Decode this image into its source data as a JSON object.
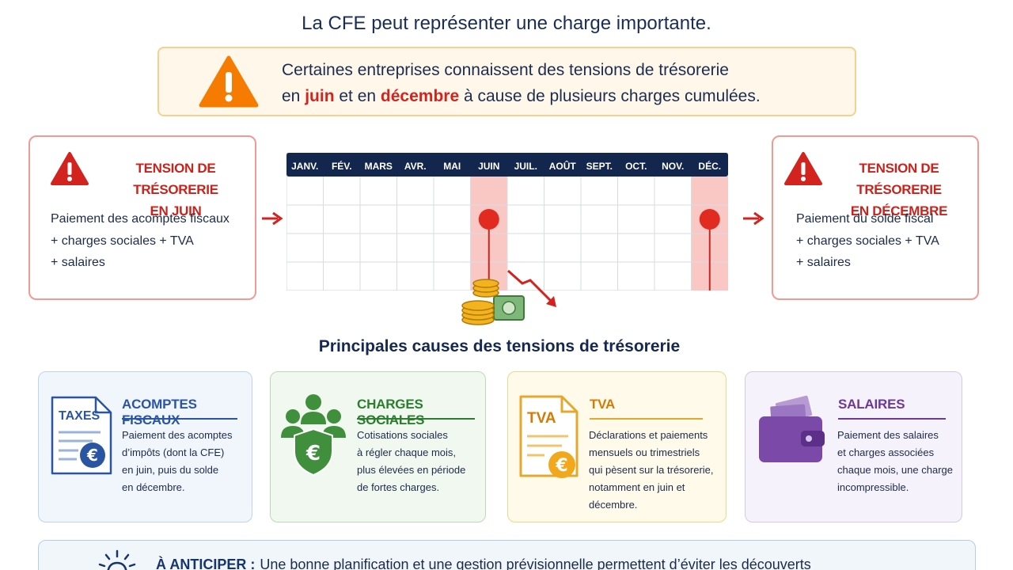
{
  "header": {
    "title": "",
    "subtitle": "La CFE peut représenter une charge importante."
  },
  "alert": {
    "line1": "Certaines entreprises connaissent des tensions de trésorerie",
    "line2_before": "en ",
    "juin": "juin",
    "line2_mid": " et en ",
    "decembre": "décembre",
    "line2_after": " à cause de plusieurs charges cumulées."
  },
  "tension_juin": {
    "title_line1": "TENSION DE TRÉSORERIE",
    "title_line2": "EN JUIN",
    "body": [
      "Paiement des acomptes fiscaux",
      "+ charges sociales + TVA",
      "+ salaires"
    ]
  },
  "tension_decembre": {
    "title_line1": "TENSION DE TRÉSORERIE",
    "title_line2": "EN DÉCEMBRE",
    "body": [
      "Paiement du solde fiscal",
      "+ charges sociales + TVA",
      "+ salaires"
    ]
  },
  "calendar": {
    "months": [
      "JANV.",
      "FÉV.",
      "MARS",
      "AVR.",
      "MAI",
      "JUIN",
      "JUIL.",
      "AOÛT",
      "SEPT.",
      "OCT.",
      "NOV.",
      "DÉC."
    ],
    "highlighted": [
      "JUIN",
      "DÉC."
    ],
    "rows": 4
  },
  "causes_title": "Principales causes des tensions de trésorerie",
  "causes": [
    {
      "title": "ACOMPTES FISCAUX",
      "icon_text": "TAXES",
      "icon": "tax-document-icon",
      "body": [
        "Paiement des acomptes",
        "d’impôts (dont la CFE)",
        "en juin, puis du solde",
        "en décembre."
      ]
    },
    {
      "title": "CHARGES SOCIALES",
      "icon": "people-shield-icon",
      "body": [
        "Cotisations sociales",
        "à régler chaque mois,",
        "plus élevées en période",
        "de fortes charges."
      ]
    },
    {
      "title": "TVA",
      "icon_text": "TVA",
      "icon": "vat-document-icon",
      "body": [
        "Déclarations et paiements",
        "mensuels ou trimestriels",
        "qui pèsent sur la trésorerie,",
        "notamment en juin et",
        "décembre."
      ]
    },
    {
      "title": "SALAIRES",
      "icon": "wallet-icon",
      "body": [
        "Paiement des salaires",
        "et charges associées",
        "chaque mois, une charge",
        "incompressible."
      ]
    }
  ],
  "anticipate": {
    "label": "À ANTICIPER :",
    "text": "Une bonne planification et une gestion prévisionnelle permettent d’éviter les découverts"
  },
  "colors": {
    "navy": "#1a2d57",
    "red": "#d3231e",
    "orange": "#f57c00",
    "blue": "#2a55a3",
    "green": "#2b7e2d",
    "amber": "#d07c06",
    "purple": "#6b3996"
  }
}
